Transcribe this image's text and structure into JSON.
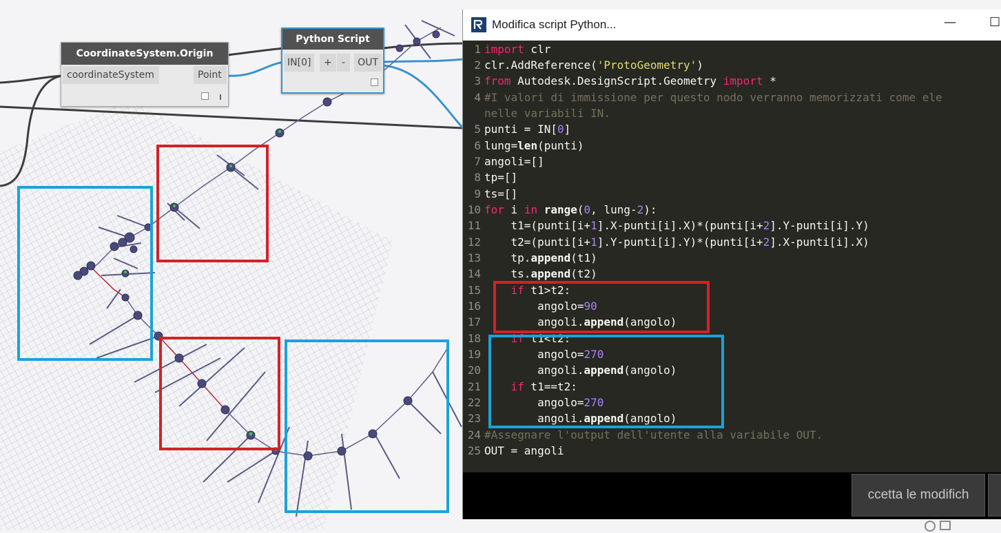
{
  "nodes": {
    "coord": {
      "title": "CoordinateSystem.Origin",
      "input_label": "coordinateSystem",
      "output_label": "Point"
    },
    "python": {
      "title": "Python Script",
      "input_label": "IN[0]",
      "plus": "+",
      "minus": "-",
      "output_label": "OUT"
    }
  },
  "editor": {
    "title": "Modifica script Python...",
    "minimize": "—",
    "maximize": "☐",
    "accept_label": "ccetta le modifich",
    "line_numbers": [
      "1",
      "2",
      "3",
      "4",
      "",
      "5",
      "6",
      "7",
      "8",
      "9",
      "10",
      "11",
      "12",
      "13",
      "14",
      "15",
      "16",
      "17",
      "18",
      "19",
      "20",
      "21",
      "22",
      "23",
      "24",
      "25"
    ]
  },
  "colors": {
    "red_box": "#d42128",
    "blue_box": "#1aa3d9",
    "editor_bg": "#272822",
    "node_header": "#525252",
    "wire_blue": "#3a92cf"
  }
}
